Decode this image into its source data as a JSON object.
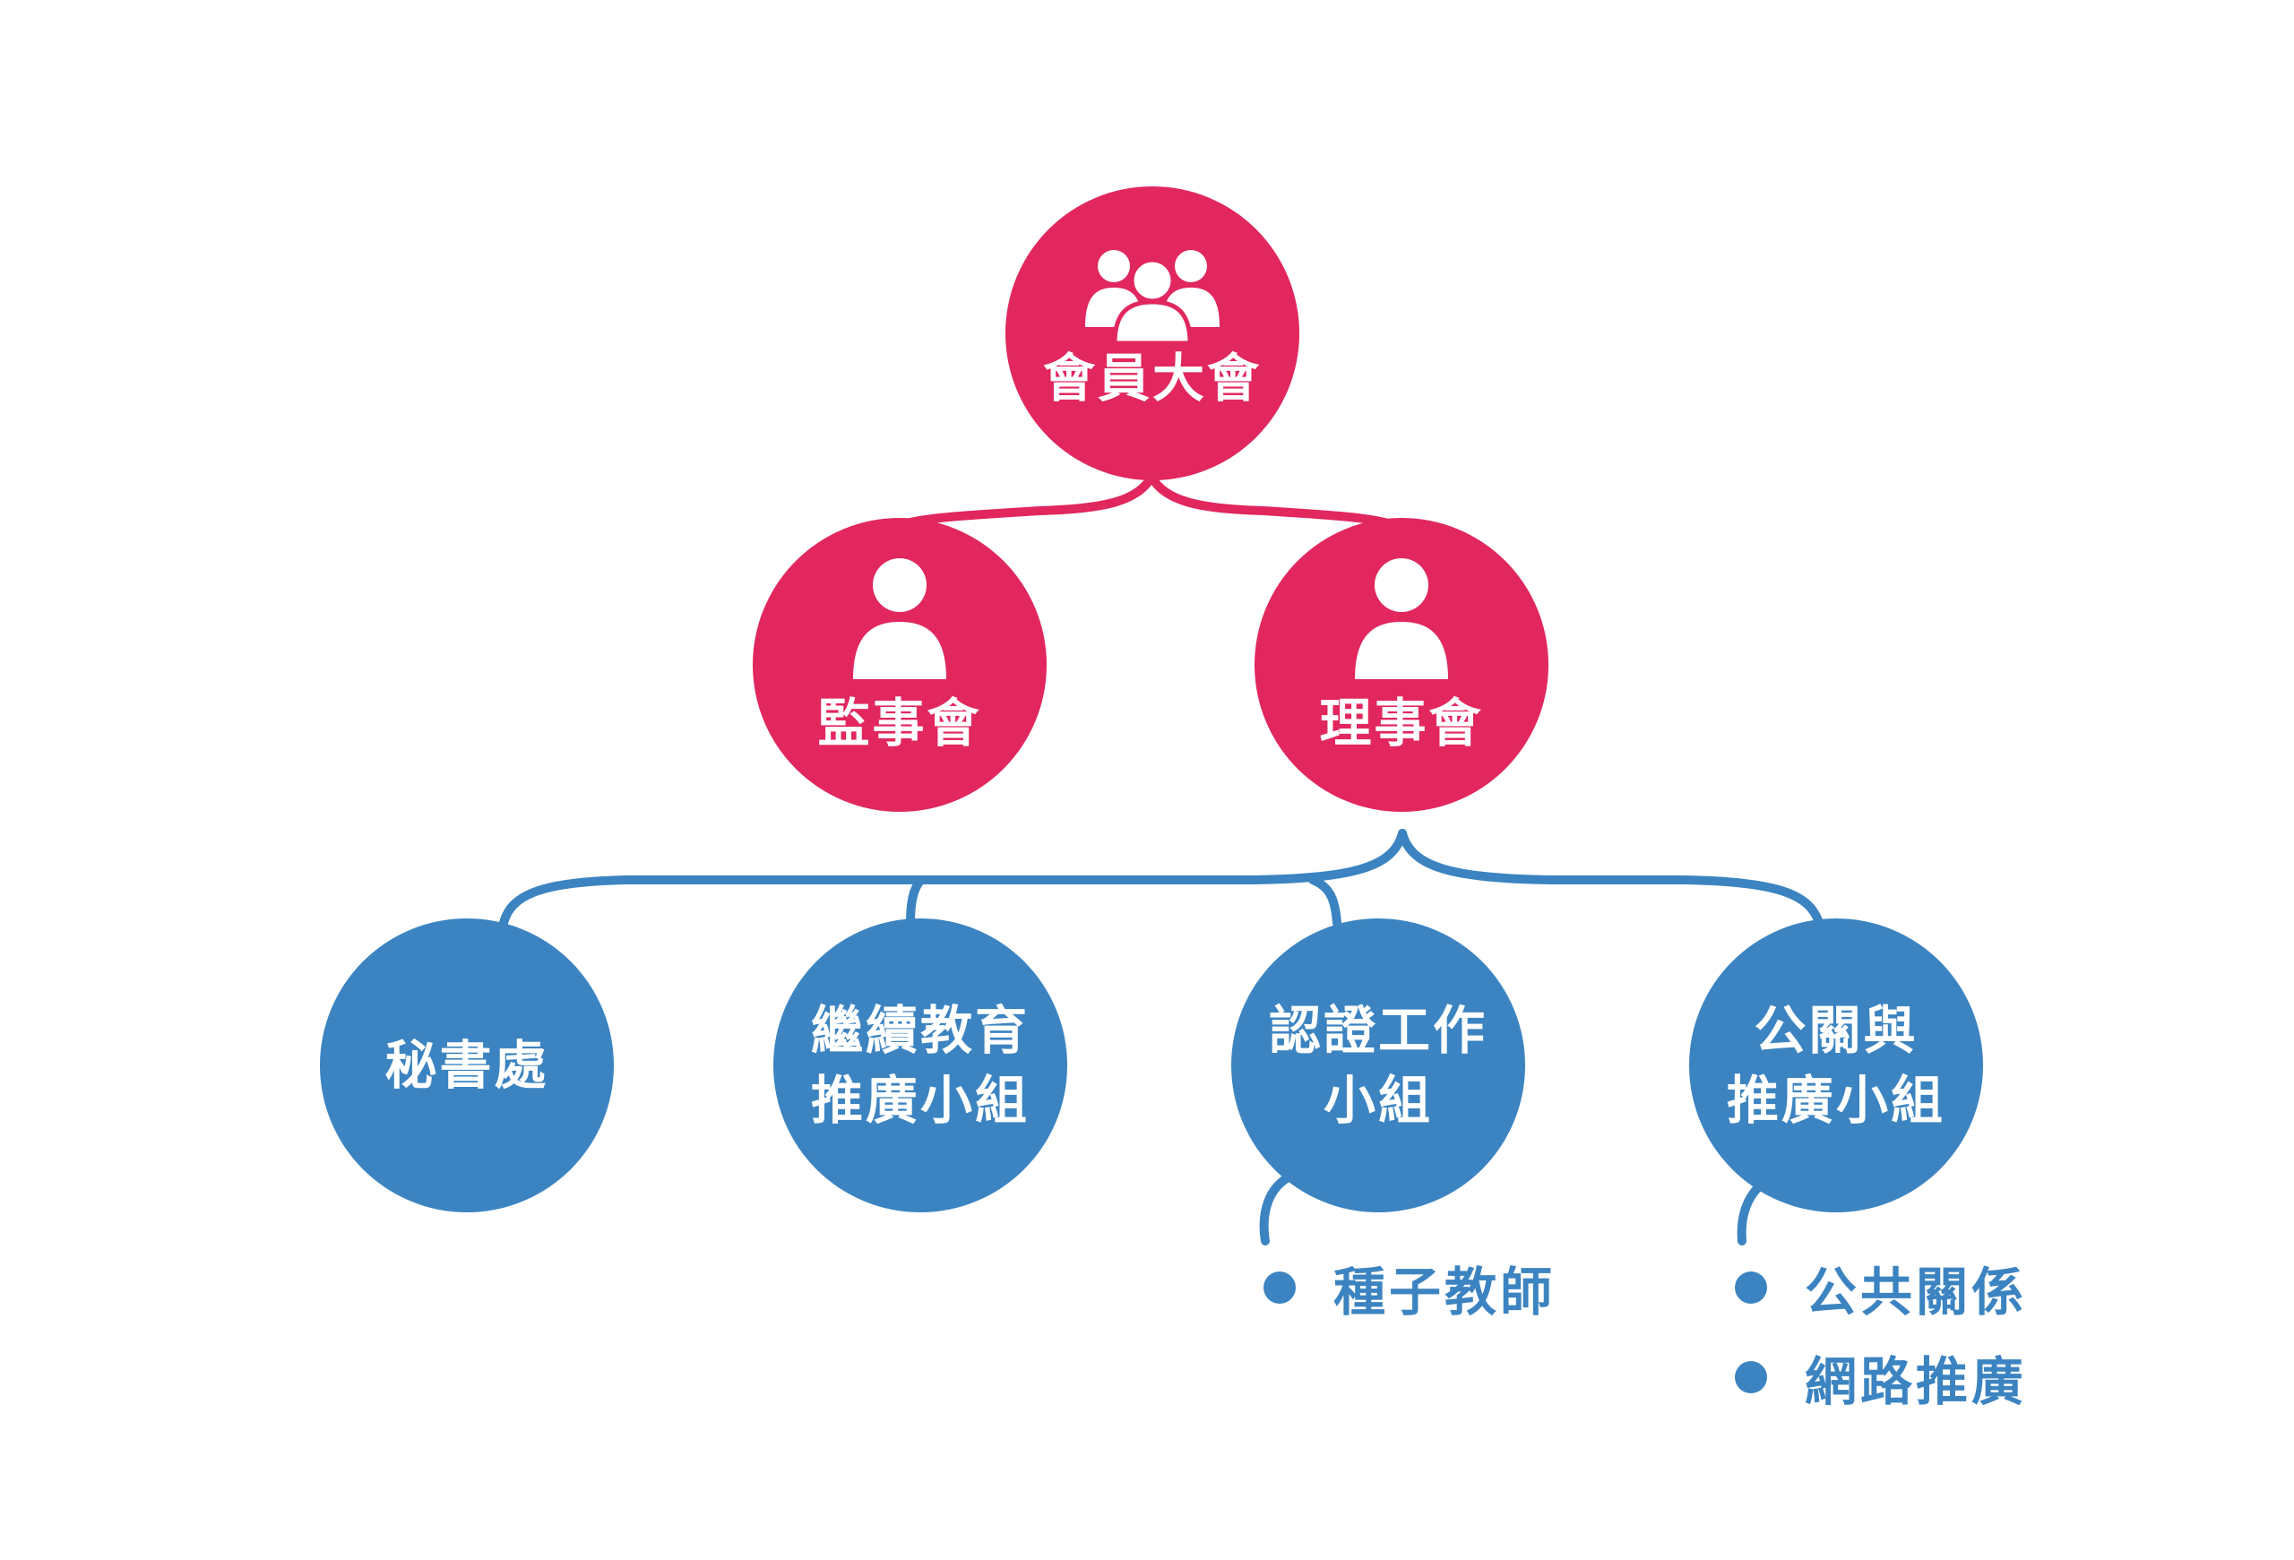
{
  "colors": {
    "upper": "#e1275e",
    "lower": "#3c84c1",
    "background": "#ffffff"
  },
  "top": {
    "label": "會員大會",
    "icon": "group-icon"
  },
  "second_level": [
    {
      "label": "監事會",
      "icon": "person-icon"
    },
    {
      "label": "理事會",
      "icon": "person-icon"
    }
  ],
  "third_level": [
    {
      "label": "秘書處"
    },
    {
      "label": "繼續教育\n推廣小組"
    },
    {
      "label": "認證工作\n小組"
    },
    {
      "label": "公關與\n推廣小組"
    }
  ],
  "sub_items": {
    "certification": [
      "種子教師"
    ],
    "pr": [
      "公共關係",
      "網路推廣"
    ]
  }
}
